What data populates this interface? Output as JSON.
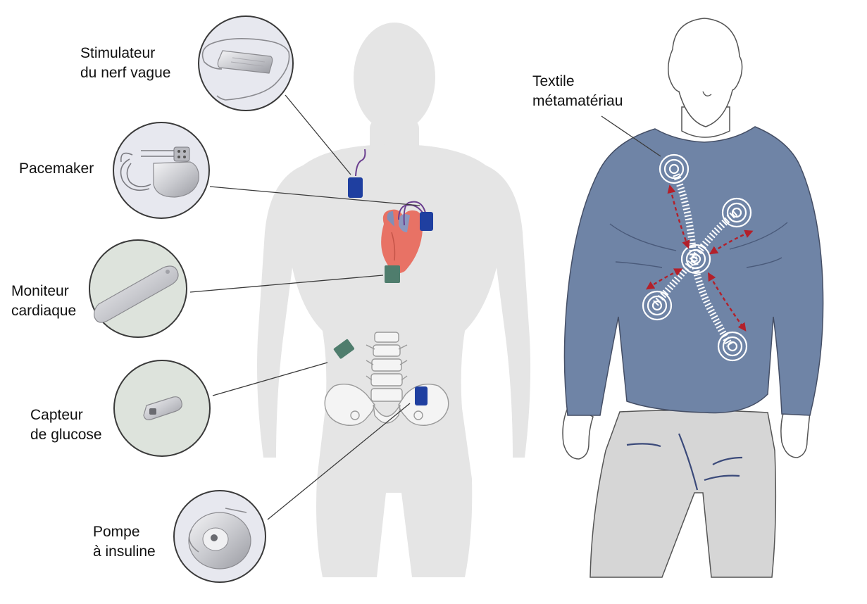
{
  "labels": {
    "vagus": [
      "Stimulateur",
      "du nerf vague"
    ],
    "pacemaker": [
      "Pacemaker"
    ],
    "cardiac": [
      "Moniteur",
      "cardiaque"
    ],
    "glucose": [
      "Capteur",
      "de glucose"
    ],
    "pump": [
      "Pompe",
      "à insuline"
    ],
    "textile": [
      "Textile",
      "métamatériau"
    ]
  },
  "colors": {
    "silhouette": "#e5e5e5",
    "circle_border": "#3a3a3a",
    "device_bg_light": "#e7e8ef",
    "device_bg_green": "#dde3dc",
    "blue_implant": "#1f3fa0",
    "green_implant": "#4f7d6d",
    "heart": "#e87265",
    "shirt": "#6f84a6",
    "pants": "#d6d6d6",
    "arrow": "#b3202a"
  }
}
